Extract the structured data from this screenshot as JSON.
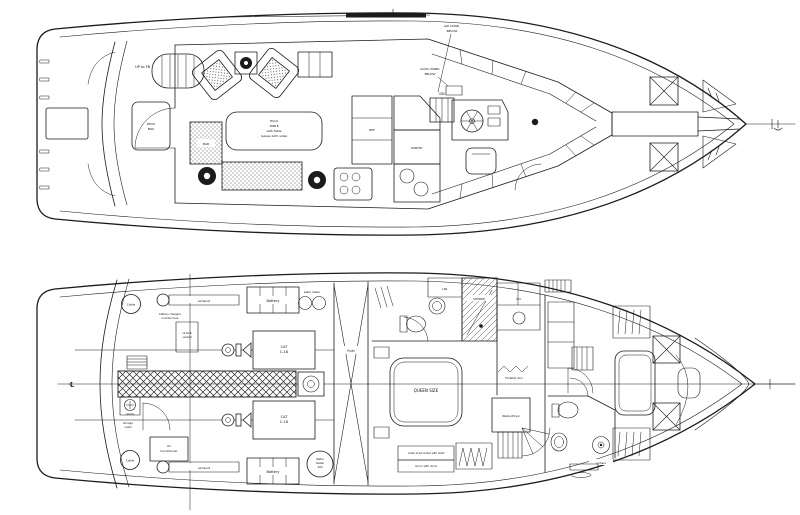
{
  "drawing": {
    "kind": "yacht general arrangement plan, two deck views, black line work on white"
  },
  "upper_deck": {
    "labels": {
      "up_to_fb": "UP to FB",
      "air_cond_line1": "AIR COND.",
      "air_cond_line2": "BELOW",
      "acdc_line1": "AC/DC PANEL",
      "acdc_line2": "BELOW",
      "dn": "DN",
      "hilo_line1": "HI/LO",
      "hilo_line2": "TABLE",
      "hilo_line3": "with Table",
      "hilo_line4": "leaves both sides",
      "bar": "BAR",
      "ref": "REF",
      "pantry": "PANTRY",
      "deck_box_line1": "DECK",
      "deck_box_line2": "BOX"
    }
  },
  "lower_deck": {
    "labels": {
      "centerline_symbol": "℄",
      "cable_top": "Cable",
      "cable_bottom": "Cable",
      "exhaust_top": "exhaust",
      "exhaust_bottom": "exhaust",
      "battery_top": "Battery",
      "battery_bottom": "Battery",
      "water_maker": "water maker",
      "chargers_line1": "battery chargers",
      "chargers_line2": "inverter here",
      "oil_tank_line1": "oil tank",
      "oil_tank_line2": "vented",
      "engine_top_line1": "CAT",
      "engine_top_line2": "C-18",
      "engine_bottom_line1": "CAT",
      "engine_bottom_line2": "C-18",
      "fuel": "Fuel",
      "storage_line1": "storage",
      "storage_line2": "under",
      "air_cond_line1": "Air",
      "air_cond_line2": "Conditioner",
      "heater_line1": "Water",
      "heater_line2": "heater",
      "heater_line3": "200",
      "lin": "LIN.",
      "shower": "SHOWER",
      "wc": "W.C.",
      "queen": "QUEEN SIZE",
      "cedar": "cedar lined locker with shelf",
      "mirror": "mirror with doors",
      "washer_dryer": "Washer/Dryer",
      "foldable_door": "Foldable door",
      "lockers": "Lockers"
    }
  }
}
